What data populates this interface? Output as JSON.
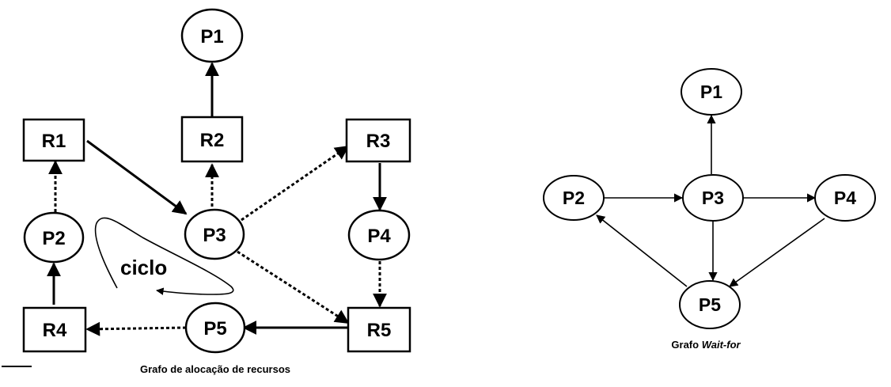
{
  "allocation_graph": {
    "caption": "Grafo de alocação de recursos",
    "cycle_label": "ciclo",
    "nodes": {
      "P1": "P1",
      "P2": "P2",
      "P3": "P3",
      "P4": "P4",
      "P5": "P5",
      "R1": "R1",
      "R2": "R2",
      "R3": "R3",
      "R4": "R4",
      "R5": "R5"
    }
  },
  "wait_for_graph": {
    "caption_prefix": "Grafo ",
    "caption_italic": "Wait-for",
    "nodes": {
      "P1": "P1",
      "P2": "P2",
      "P3": "P3",
      "P4": "P4",
      "P5": "P5"
    }
  }
}
